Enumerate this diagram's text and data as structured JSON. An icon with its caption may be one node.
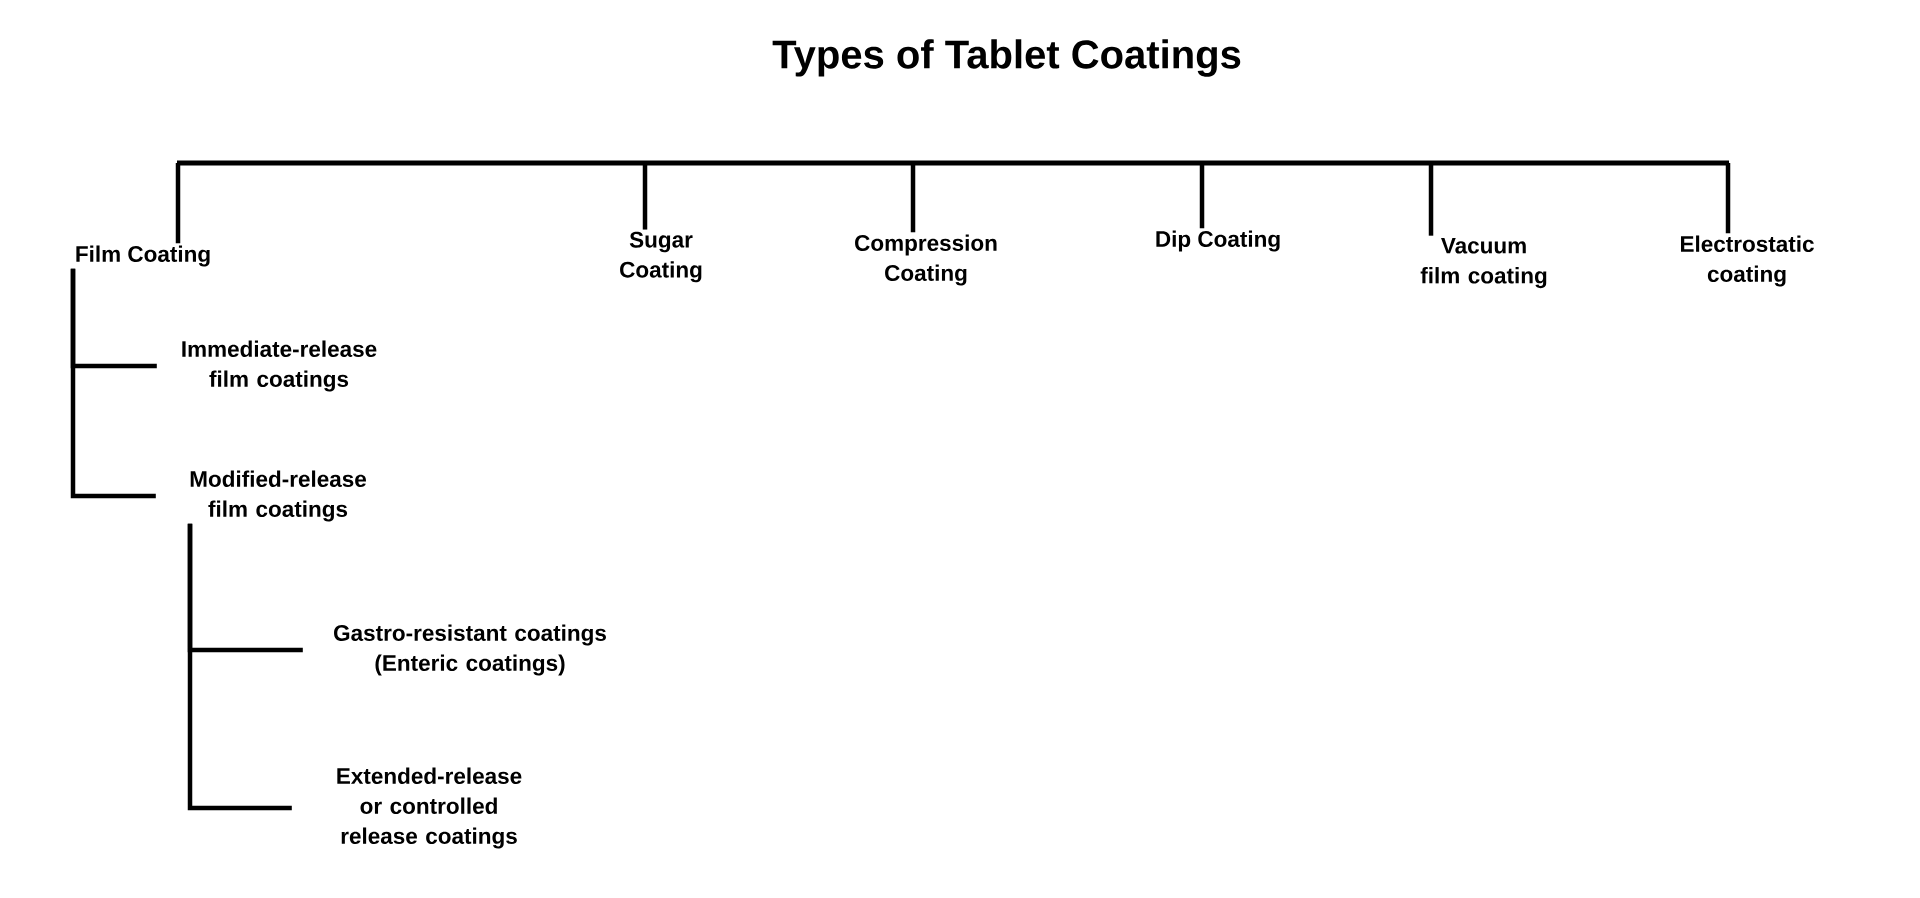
{
  "diagram": {
    "title": "Types of Tablet Coatings",
    "nodes": [
      {
        "text": [],
        "shape": "bar"
      },
      {
        "text": [
          "Film Coating"
        ]
      },
      {
        "text": [
          "Sugar Coating"
        ]
      },
      {
        "text": [
          "Compression Coating"
        ]
      },
      {
        "text": [
          "Dip Coating"
        ]
      },
      {
        "text": [
          "Vacuum film coating"
        ]
      },
      {
        "text": [
          "Electrostatic coating"
        ]
      },
      {
        "text": [
          "Immediate-release film coatings"
        ]
      },
      {
        "text": [
          "Modified-release film coatings"
        ]
      },
      {
        "text": [
          "Gastro-resistant coatings (Enteric coatings)"
        ]
      },
      {
        "text": [
          "Extended-release or controlled release coatings"
        ]
      }
    ],
    "edges": [
      {
        "from": 0,
        "to": 1,
        "arrow": "none"
      },
      {
        "from": 0,
        "to": 2,
        "arrow": "none"
      },
      {
        "from": 0,
        "to": 3,
        "arrow": "none"
      },
      {
        "from": 0,
        "to": 4,
        "arrow": "none"
      },
      {
        "from": 0,
        "to": 5,
        "arrow": "none"
      },
      {
        "from": 0,
        "to": 6,
        "arrow": "none"
      },
      {
        "from": 1,
        "to": 7,
        "arrow": "none"
      },
      {
        "from": 1,
        "to": 8,
        "arrow": "none"
      },
      {
        "from": 8,
        "to": 9,
        "arrow": "none"
      },
      {
        "from": 8,
        "to": 10,
        "arrow": "none"
      }
    ]
  }
}
